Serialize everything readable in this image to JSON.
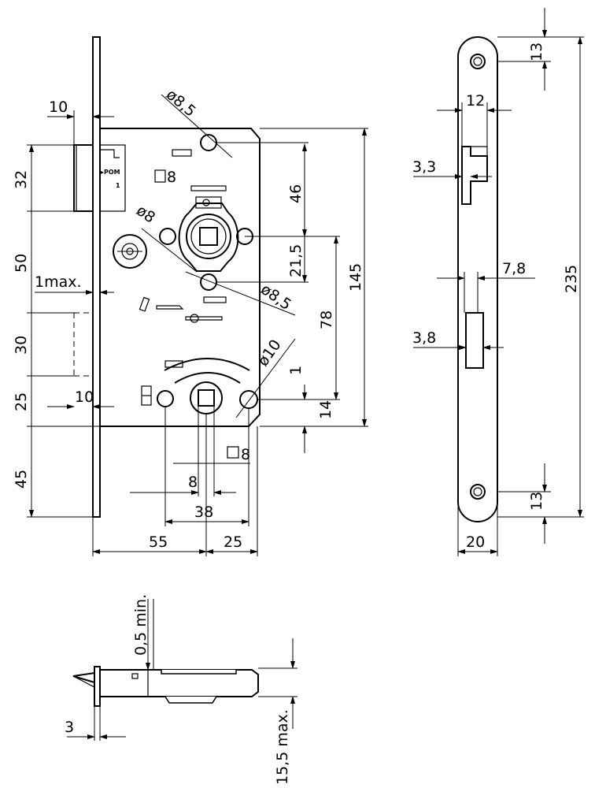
{
  "dimensions": {
    "front_10_top": "10",
    "front_32": "32",
    "front_50": "50",
    "front_1max": "1max.",
    "front_30": "30",
    "front_25": "25",
    "front_10_bottom": "10",
    "front_45": "45",
    "dia_8_5_top": "ø8,5",
    "square_8_top": "8",
    "dia_8": "ø8",
    "dim_46": "46",
    "dim_21_5": "21,5",
    "dia_8_5_bottom": "ø8,5",
    "dim_78": "78",
    "dim_145": "145",
    "dia_10": "ø10",
    "dim_1": "1",
    "dim_14": "14",
    "square_8_bottom": "8",
    "dim_8": "8",
    "dim_38": "38",
    "dim_55": "55",
    "dim_25": "25",
    "side_13_top": "13",
    "side_12": "12",
    "side_3_3": "3,3",
    "side_235": "235",
    "side_7_8": "7,8",
    "side_3_8": "3,8",
    "side_13_bottom": "13",
    "side_20": "20",
    "bottom_0_5min": "0,5 min.",
    "bottom_3": "3",
    "bottom_15_5max": "15,5 max."
  },
  "labels": {
    "pom": "▸POM",
    "pom_index": "1"
  }
}
